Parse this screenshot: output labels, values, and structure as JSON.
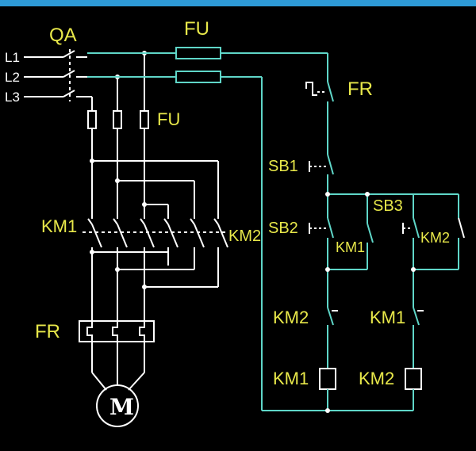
{
  "power": {
    "switch_label": "QA",
    "fuse_main_label": "FU",
    "fuse_branch_label": "FU",
    "phases": [
      "L1",
      "L2",
      "L3"
    ],
    "contactor_forward": "KM1",
    "contactor_reverse": "KM2",
    "overload_label": "FR",
    "motor_label": "M"
  },
  "control": {
    "overload_contact": "FR",
    "stop_button": "SB1",
    "forward_button": "SB2",
    "reverse_button": "SB3",
    "forward_hold": "KM1",
    "reverse_hold": "KM2",
    "interlock_left": "KM2",
    "interlock_right": "KM1",
    "coil_left": "KM1",
    "coil_right": "KM2"
  },
  "colors": {
    "background": "#000000",
    "wire_white": "#ffffff",
    "wire_cyan": "#5fd6c8",
    "label_yellow": "#e8e84a",
    "accent_bar": "#2e9ad6"
  }
}
